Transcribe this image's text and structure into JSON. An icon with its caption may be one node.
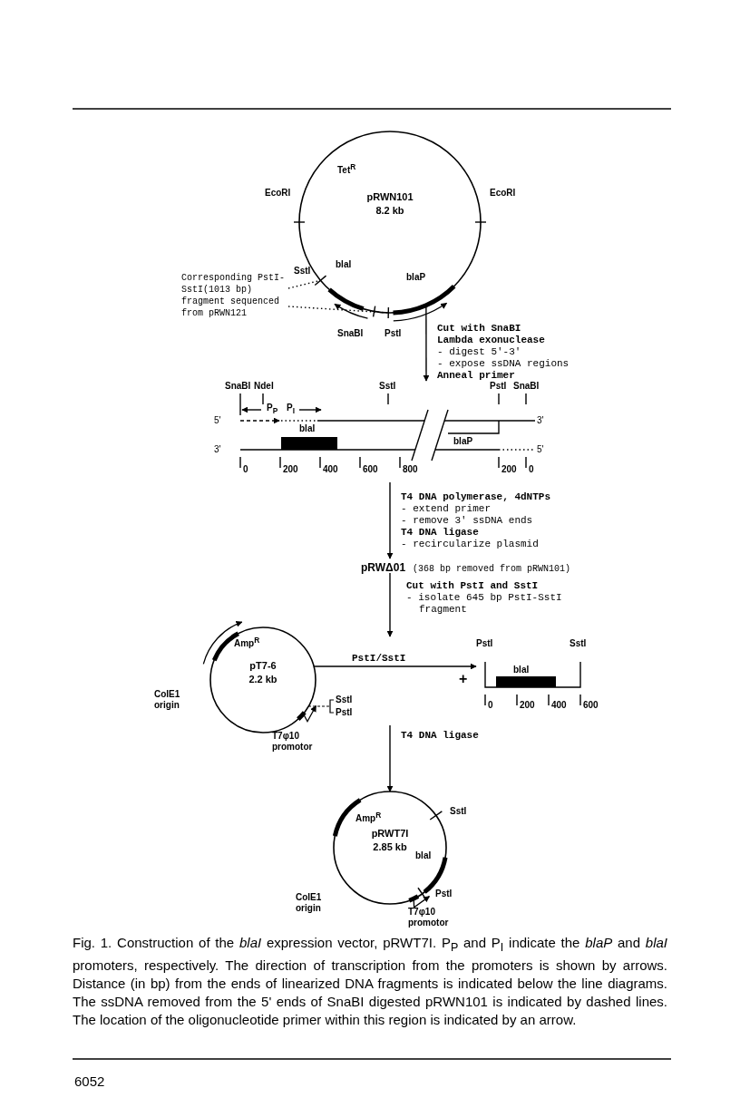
{
  "diagram": {
    "caption": "Fig. 1. Construction of the *blaI* expression vector, pRWT7I. P$_{P}$ and P$_{I}$ indicate the *blaP* and *blaI* promoters, respectively. The direction of transcription from the promoters is shown by arrows. Distance (in bp) from the ends of linearized DNA fragments is indicated below the line diagrams. The ssDNA removed from the 5' ends of SnaBI digested pRWN101 is indicated by dashed lines. The location of the oligonucleotide primer within this region is indicated by an arrow.",
    "nodes": [
      {
        "text": [
          "pRWN101",
          "8.2 kb"
        ]
      },
      {
        "text": [
          "Corresponding PstI-SstI(1013 bp) fragment sequenced from pRWN121"
        ]
      },
      {
        "text": [],
        "shape": "bar"
      },
      {
        "text": [
          "pRWΔ01"
        ],
        "beside": [
          "(368 bp removed from pRWN101)"
        ]
      },
      {
        "text": [
          "pT7-6",
          "2.2 kb"
        ]
      },
      {
        "text": [],
        "shape": "bar"
      },
      {
        "text": [
          "pRWT7I",
          "2.85 kb"
        ]
      }
    ],
    "edges": [
      {
        "from": 1,
        "to": 0,
        "arrow": "none",
        "style": "dashed"
      },
      {
        "from": 1,
        "to": 0,
        "arrow": "none",
        "style": "dashed"
      },
      {
        "from": 0,
        "to": 2,
        "arrow": "to"
      },
      {
        "from": 2,
        "to": 3,
        "arrow": "to"
      },
      {
        "from": 3,
        "to": null,
        "arrow": "to"
      },
      {
        "from": 4,
        "to": 5,
        "arrow": "to",
        "label": "PstI/SstI"
      },
      {
        "from": null,
        "to": 6,
        "arrow": "to"
      }
    ],
    "labels": [
      "Tet$^{R}$",
      "EcoRI",
      "EcoRI",
      "SstI",
      "blaI",
      "blaP",
      "SnaBI",
      "PstI",
      "Cut with SnaBI",
      "Lambda exonuclease",
      "- digest 5'-3'",
      "- expose ssDNA regions",
      "Anneal primer",
      "SnaBI",
      "NdeI",
      "SstI",
      "PstI",
      "SnaBI",
      "P$_{P}$",
      "P$_{I}$",
      "5'",
      "3'",
      "blaI",
      "3'",
      "blaP",
      "5'",
      "0",
      "200",
      "400",
      "600",
      "800",
      "200",
      "0",
      "T4 DNA polymerase, 4dNTPs",
      "- extend primer",
      "- remove 3' ssDNA ends",
      "T4 DNA ligase",
      "- recircularize plasmid",
      "Cut with PstI and SstI",
      "- isolate 645 bp PstI-SstI fragment",
      "Amp$^{R}$",
      "+",
      "PstI",
      "SstI",
      "blaI",
      "ColE1 origin",
      "SstI",
      "PstI",
      "T7φ10 promotor",
      "0",
      "200",
      "400",
      "600",
      "T4 DNA ligase",
      "Amp$^{R}$",
      "SstI",
      "blaI",
      "PstI",
      "ColE1 origin",
      "T7φ10 promotor",
      "6052"
    ]
  }
}
